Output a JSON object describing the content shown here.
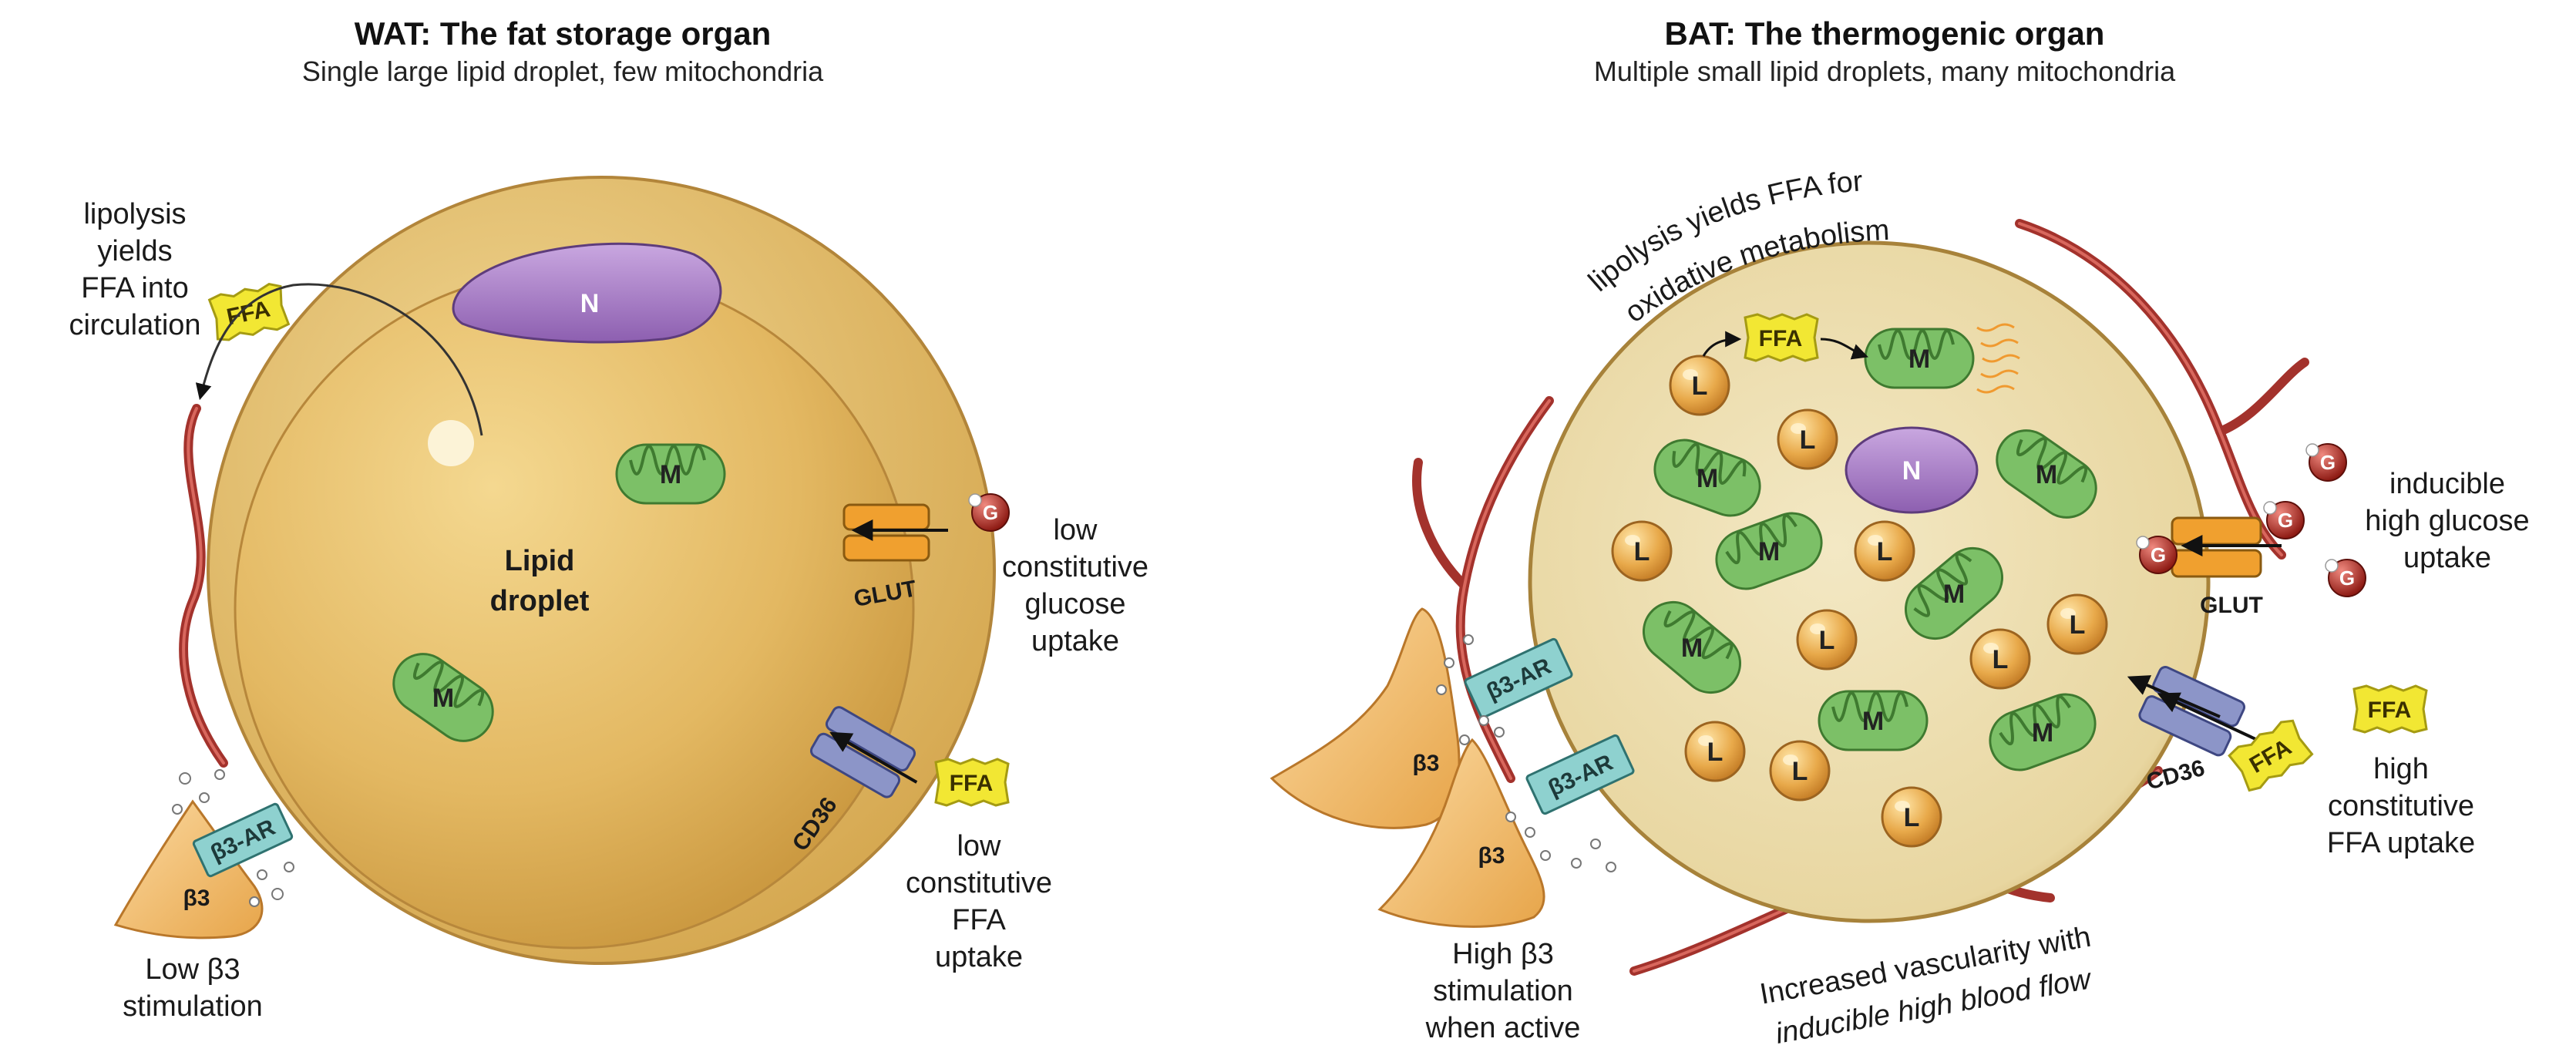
{
  "wat": {
    "title": "WAT: The fat storage organ",
    "subtitle": "Single large lipid droplet, few mitochondria",
    "lipolysis": [
      "lipolysis",
      "yields",
      "FFA into",
      "circulation"
    ],
    "lipid_droplet": [
      "Lipid",
      "droplet"
    ],
    "nucleus": "N",
    "mito": "M",
    "ffa": "FFA",
    "glut": "GLUT",
    "g": "G",
    "cd36": "CD36",
    "glucose_uptake": [
      "low",
      "constitutive",
      "glucose",
      "uptake"
    ],
    "ffa_uptake": [
      "low",
      "constitutive",
      "FFA",
      "uptake"
    ],
    "beta3": "β3",
    "beta3_ar": "β3-AR",
    "stimulation": [
      "Low β3",
      "stimulation"
    ]
  },
  "bat": {
    "title": "BAT: The thermogenic organ",
    "subtitle": "Multiple small lipid droplets, many mitochondria",
    "lipolysis": [
      "lipolysis yields FFA for",
      "oxidative metabolism"
    ],
    "nucleus": "N",
    "mito": "M",
    "lipid": "L",
    "ffa": "FFA",
    "glut": "GLUT",
    "g": "G",
    "cd36": "CD36",
    "glucose_uptake": [
      "inducible",
      "high glucose",
      "uptake"
    ],
    "ffa_uptake": [
      "high",
      "constitutive",
      "FFA uptake"
    ],
    "beta3": "β3",
    "beta3_ar": "β3-AR",
    "stimulation": [
      "High β3",
      "stimulation",
      "when active"
    ],
    "vascularity": [
      "Increased vascularity with",
      "inducible high blood flow"
    ]
  },
  "colors": {
    "cell_outer": "#d9b25a",
    "cell_inner": "#e9c877",
    "bat_cytoplasm": "#efe2b8",
    "nucleus": "#a47cc4",
    "mito": "#6fb35a",
    "lipid": "#e3a74c",
    "ffa_tag": "#f2e733",
    "receptor": "#8ed1cf",
    "glut": "#f0a02f",
    "cd36": "#8c95c8",
    "glucose": "#b22a22",
    "vessel": "#a3322c"
  }
}
